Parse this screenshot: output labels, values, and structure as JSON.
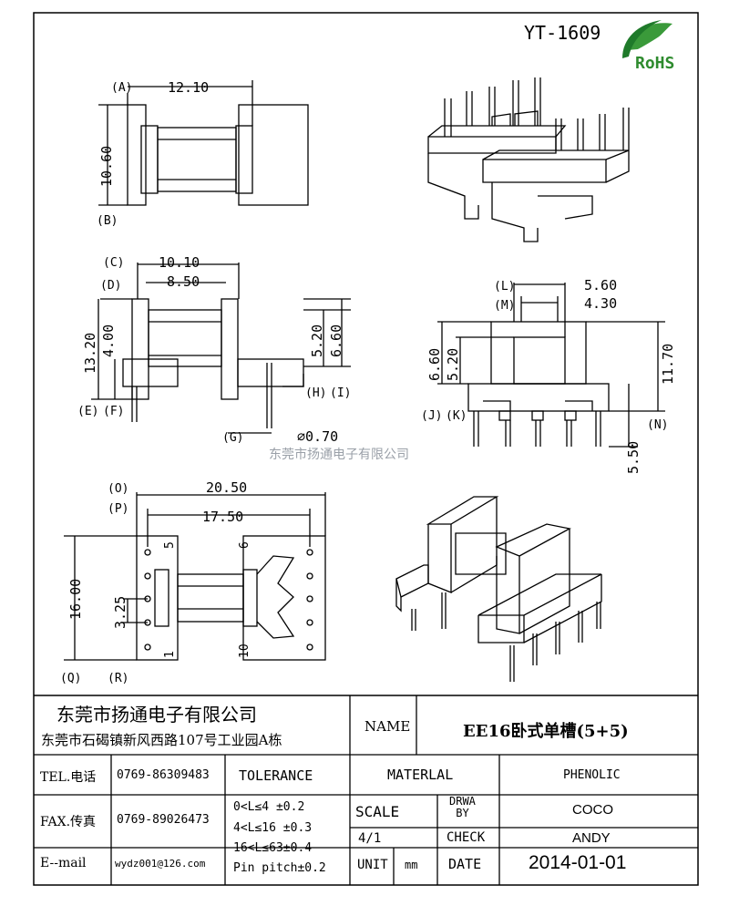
{
  "part_no": "YT-1609",
  "rohs": "RoHS",
  "watermark": "东莞市扬通电子有限公司",
  "views": {
    "top": {
      "A": "(A)",
      "B": "(B)",
      "width": "12.10",
      "height": "10.60"
    },
    "side": {
      "C": "(C)",
      "D": "(D)",
      "E": "(E)",
      "F": "(F)",
      "G": "(G)",
      "H": "(H)",
      "I": "(I)",
      "c_dim": "10.10",
      "d_dim": "8.50",
      "h_total": "13.20",
      "e_dim": "4.00",
      "h_dim": "5.20",
      "i_dim": "6.60",
      "pin": "⌀0.70"
    },
    "front": {
      "L": "(L)",
      "M": "(M)",
      "J": "(J)",
      "K": "(K)",
      "N": "(N)",
      "l_dim": "5.60",
      "m_dim": "4.30",
      "j_dim": "6.60",
      "k_dim": "5.20",
      "n_dim": "11.70",
      "pin_len": "5.50"
    },
    "bottom": {
      "O": "(O)",
      "P": "(P)",
      "Q": "(Q)",
      "R": "(R)",
      "o_dim": "20.50",
      "p_dim": "17.50",
      "q_dim": "16.00",
      "r_dim": "3.25",
      "pin5": "5",
      "pin6": "6",
      "pin1": "1",
      "pin10": "10"
    }
  },
  "title_block": {
    "company": "东莞市扬通电子有限公司",
    "address": "东莞市石碣镇新风西路107号工业园A栋",
    "name_label": "NAME",
    "name_value": "EE16卧式单槽(5+5)",
    "tel_label": "TEL.电话",
    "tel_value": "0769-86309483",
    "fax_label": "FAX.传真",
    "fax_value": "0769-89026473",
    "email_label": "E--mail",
    "email_value": "wydz001@126.com",
    "tolerance_label": "TOLERANCE",
    "tol1": "0<L≤4  ±0.2",
    "tol2": "4<L≤16 ±0.3",
    "tol3": "16<L≤63±0.4",
    "tol4": "Pin pitch±0.2",
    "material_label": "MATERLAL",
    "material_value": "PHENOLIC",
    "scale_label": "SCALE",
    "scale_value": "4/1",
    "drwa_label": "DRWA\nBY",
    "drwa_value": "COCO",
    "check_label": "CHECK",
    "check_value": "ANDY",
    "unit_label": "UNIT",
    "unit_value": "mm",
    "date_label": "DATE",
    "date_value": "2014-01-01"
  }
}
